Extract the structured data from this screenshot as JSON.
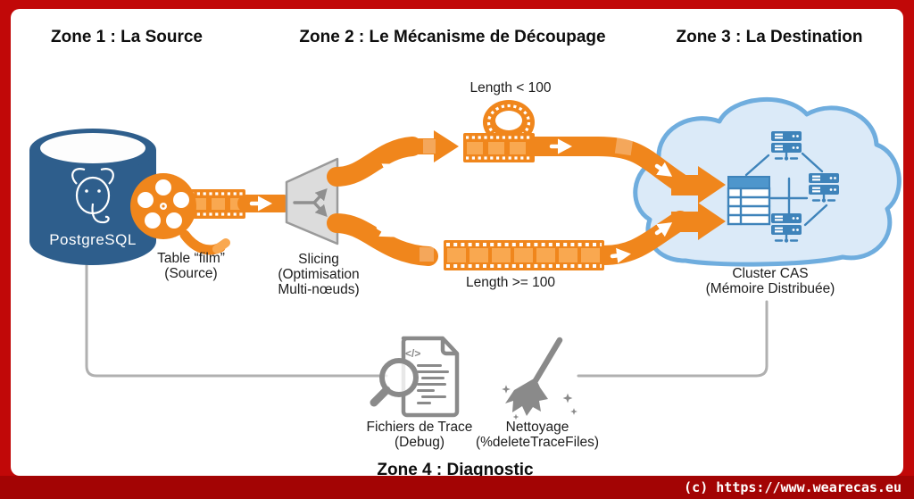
{
  "zones": {
    "zone1": "Zone 1 : La Source",
    "zone2": "Zone 2 : Le Mécanisme de Découpage",
    "zone3": "Zone 3 : La Destination",
    "zone4": "Zone 4 : Diagnostic"
  },
  "source": {
    "db": "PostgreSQL",
    "table": "Table “film”",
    "table_sub": "(Source)"
  },
  "slicing": {
    "l1": "Slicing",
    "l2": "(Optimisation",
    "l3": "Multi-nœuds)"
  },
  "branches": {
    "short": "Length < 100",
    "long": "Length >= 100"
  },
  "destination": {
    "l1": "Cluster CAS",
    "l2": "(Mémoire Distribuée)"
  },
  "diagnostic": {
    "trace1": "Fichiers de Trace",
    "trace2": "(Debug)",
    "clean1": "Nettoyage",
    "clean2": "(%deleteTraceFiles)",
    "code_glyph": "</>"
  },
  "footer": {
    "copyright": "(c) https://www.wearecas.eu"
  },
  "colors": {
    "border_red": "#c10808",
    "band_red": "#a30404",
    "orange": "#f0861c",
    "orange_light": "#f9a850",
    "postgres_blue": "#2e5e8c",
    "cloud_fill": "#dbeaf8",
    "cloud_stroke": "#6fadde",
    "node_blue": "#3e83ba",
    "table_header": "#4e96cc",
    "icon_gray": "#8a8a8a",
    "connector_gray": "#b0b0b0",
    "funnel_fill": "#dcdcdc",
    "funnel_stroke": "#9a9a9a",
    "text_dark": "#1d1d1d"
  }
}
